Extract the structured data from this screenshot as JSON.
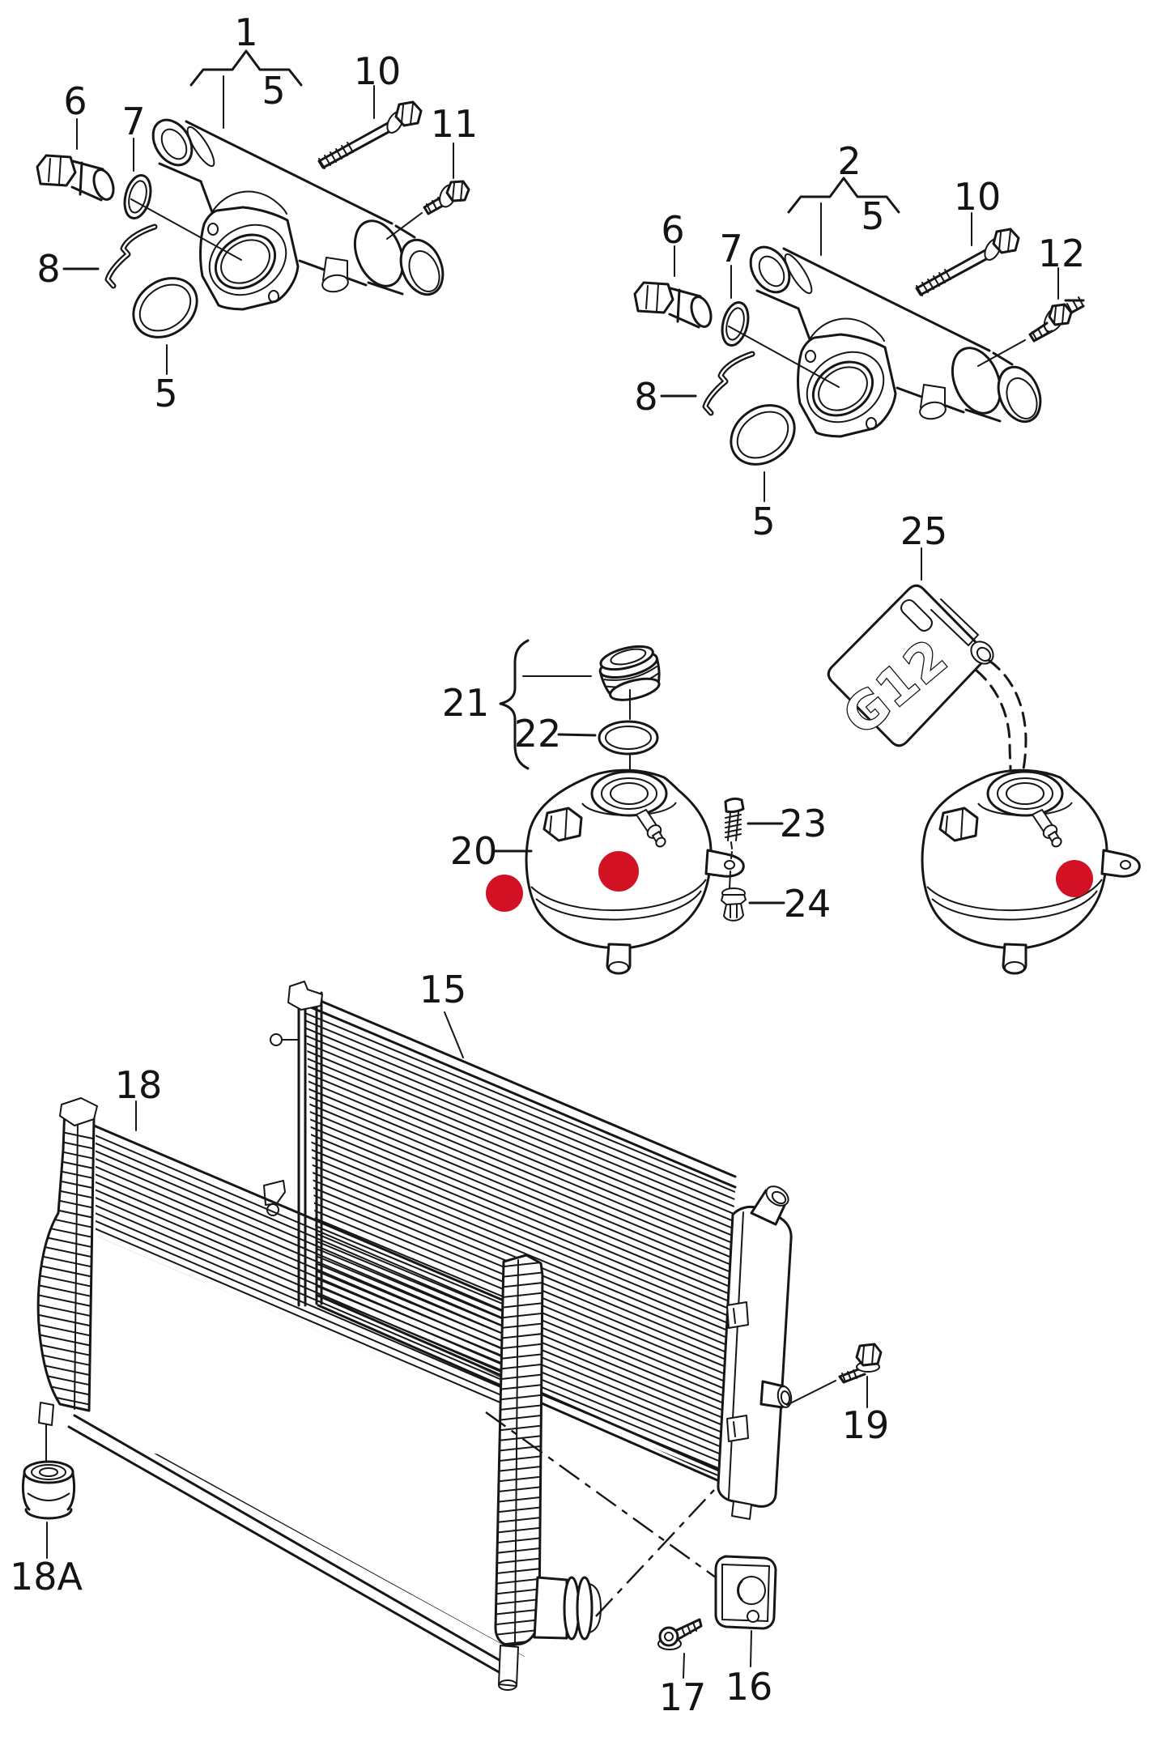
{
  "diagram": {
    "type": "parts-catalog-exploded-diagram",
    "subject": "engine cooling system: coolant flanges, expansion tanks, radiators",
    "marker_color": "#d21224",
    "line_color": "#161616",
    "bottle_text": "G12",
    "callouts": {
      "c1": "1",
      "c2": "2",
      "c5": "5",
      "c6": "6",
      "c7": "7",
      "c8": "8",
      "c10": "10",
      "c11": "11",
      "c12": "12",
      "c15": "15",
      "c16": "16",
      "c17": "17",
      "c18": "18",
      "c18a": "18A",
      "c19": "19",
      "c20": "20",
      "c21": "21",
      "c22": "22",
      "c23": "23",
      "c24": "24",
      "c25": "25"
    }
  }
}
